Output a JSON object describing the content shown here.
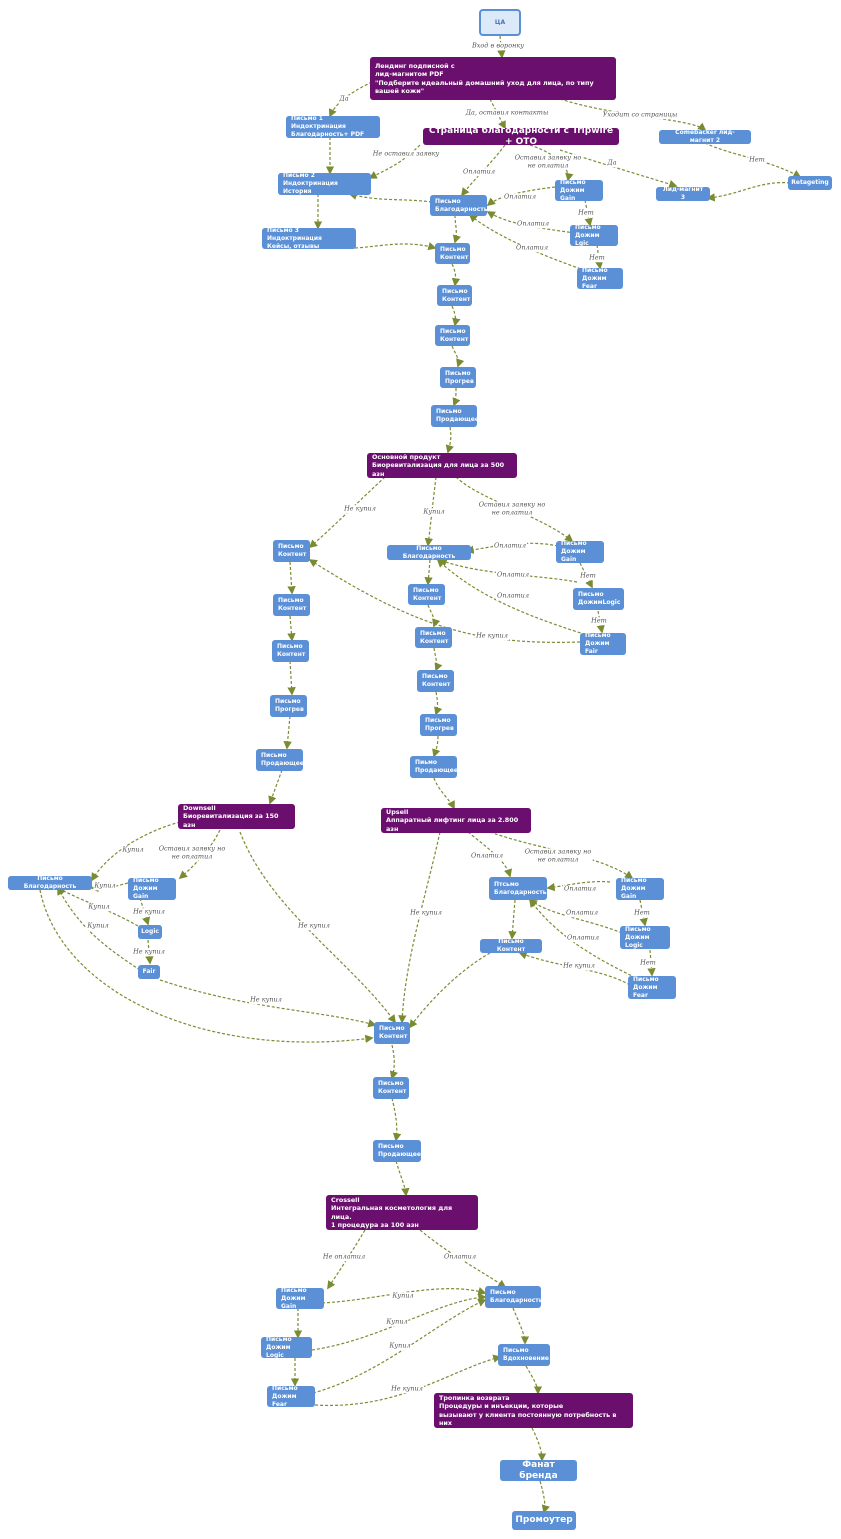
{
  "colors": {
    "node_blue": "#5b8fd6",
    "node_purple": "#6b0f6f",
    "edge": "#7a8c32",
    "start_fill": "#dce9f8"
  },
  "nodes": {
    "start": "ЦА",
    "landing": "Лендинг подписной с\nлид-магнитом PDF\n\"Подберите идеальный домашний уход для лица, по типу вашей кожи\"",
    "ind1": "Письмо 1 Индоктринация\nБлагодарность+ PDF",
    "ind2": "Письмо 2 Индоктринация\nИстория",
    "ind3": "Письмо 3 Индоктринация\nКейсы, отзывы",
    "thanks_page": "Страница благодарности с Tripwire + ОТО",
    "comeback": "Comebacker лид-магнит 2",
    "lead3": "Лид-магнит 3",
    "retargeting": "Retageting",
    "a_thanks": "Письмо\nБлагодарность",
    "a_gain": "Письмо\nДожим Gain",
    "a_logic": "Письмо\nДожим Lgic",
    "a_fear": "Письмо\nДожим Fear",
    "a_c1": "Письмо\nКонтент",
    "a_c2": "Письмо\nКонтент",
    "a_c3": "Письмо\nКонтент",
    "a_warm": "Письмо\nПрогрев",
    "a_sell": "Письмо\nПродающее",
    "main": "Основной продукт\nБиоревитализация для лица за 500 азн",
    "m_c1": "Письмо\nКонтент",
    "m_c2": "Письмо\nКонтент",
    "m_c3": "Письмо\nКонтент",
    "m_warm": "Письмо\nПрогрев",
    "m_sell": "Письмо\nПродающее",
    "m_thanks": "Письмо Благодарность",
    "m_gain": "Письмо\nДожим Gain",
    "m_logic": "Письмо\nДожимLogic",
    "m_fair": "Письмо\nДожим Fair",
    "m_r1": "Письмо\nКонтент",
    "m_r2": "Письмо\nКонтент",
    "m_r3": "Письмо\nКонтент",
    "m_rwarm": "Письмо\nПрогрев",
    "m_rsell": "Пиьмо\nПродающее",
    "downsell": "Downsell\nБиоревитализация за 150 азн",
    "upsell": "Upsell\nАппаратный лифтинг лица за 2.800 азн",
    "d_thanks": "Письмо Благодарность",
    "d_gain": "Письмо\nДожим Gain",
    "d_logic": "Logic",
    "d_fair": "Fair",
    "u_thanks": "Птсьмо\nБлагодарность",
    "u_gain": "Письмо\nДожим Gain",
    "u_logic": "Письмо\nДожим Logic",
    "u_fear": "Письмо\nДожим Fear",
    "u_content": "Письмо Контент",
    "j_c1": "Письмо\nКонтент",
    "j_c2": "Письмо\nКонтент",
    "j_sell": "Письмо\nПродающее",
    "crossell": "Crossell\nИнтегральная косметология для лица.\n1 процедура за 100 азн",
    "c_gain": "Письмо\nДожим Gain",
    "c_logic": "Письмо\nДожим Logic",
    "c_fear": "Письмо\nДожим Fear",
    "c_thanks": "Письмо\nБлагодарность",
    "c_insp": "Письмо\nВдохновение",
    "trail": "Тропинка возврата\nПроцедуры и инъекции, которые\nвызывают у клиента постоянную потребность в них",
    "fan": "Фанат бренда",
    "promoter": "Промоутер"
  },
  "edge_labels": {
    "enter": "Вход в воронку",
    "yes": "Да",
    "yes_contacts": "Да, оставил контакты",
    "leaves": "Уходит со страницы",
    "no_request": "Не оставил заявку",
    "paid": "Оплатил",
    "request_not_paid": "Оставил заявку но\nне оплатил",
    "no": "Нет",
    "not_bought": "Не купил",
    "bought": "Купил",
    "not_paid": "Не оплатил"
  }
}
